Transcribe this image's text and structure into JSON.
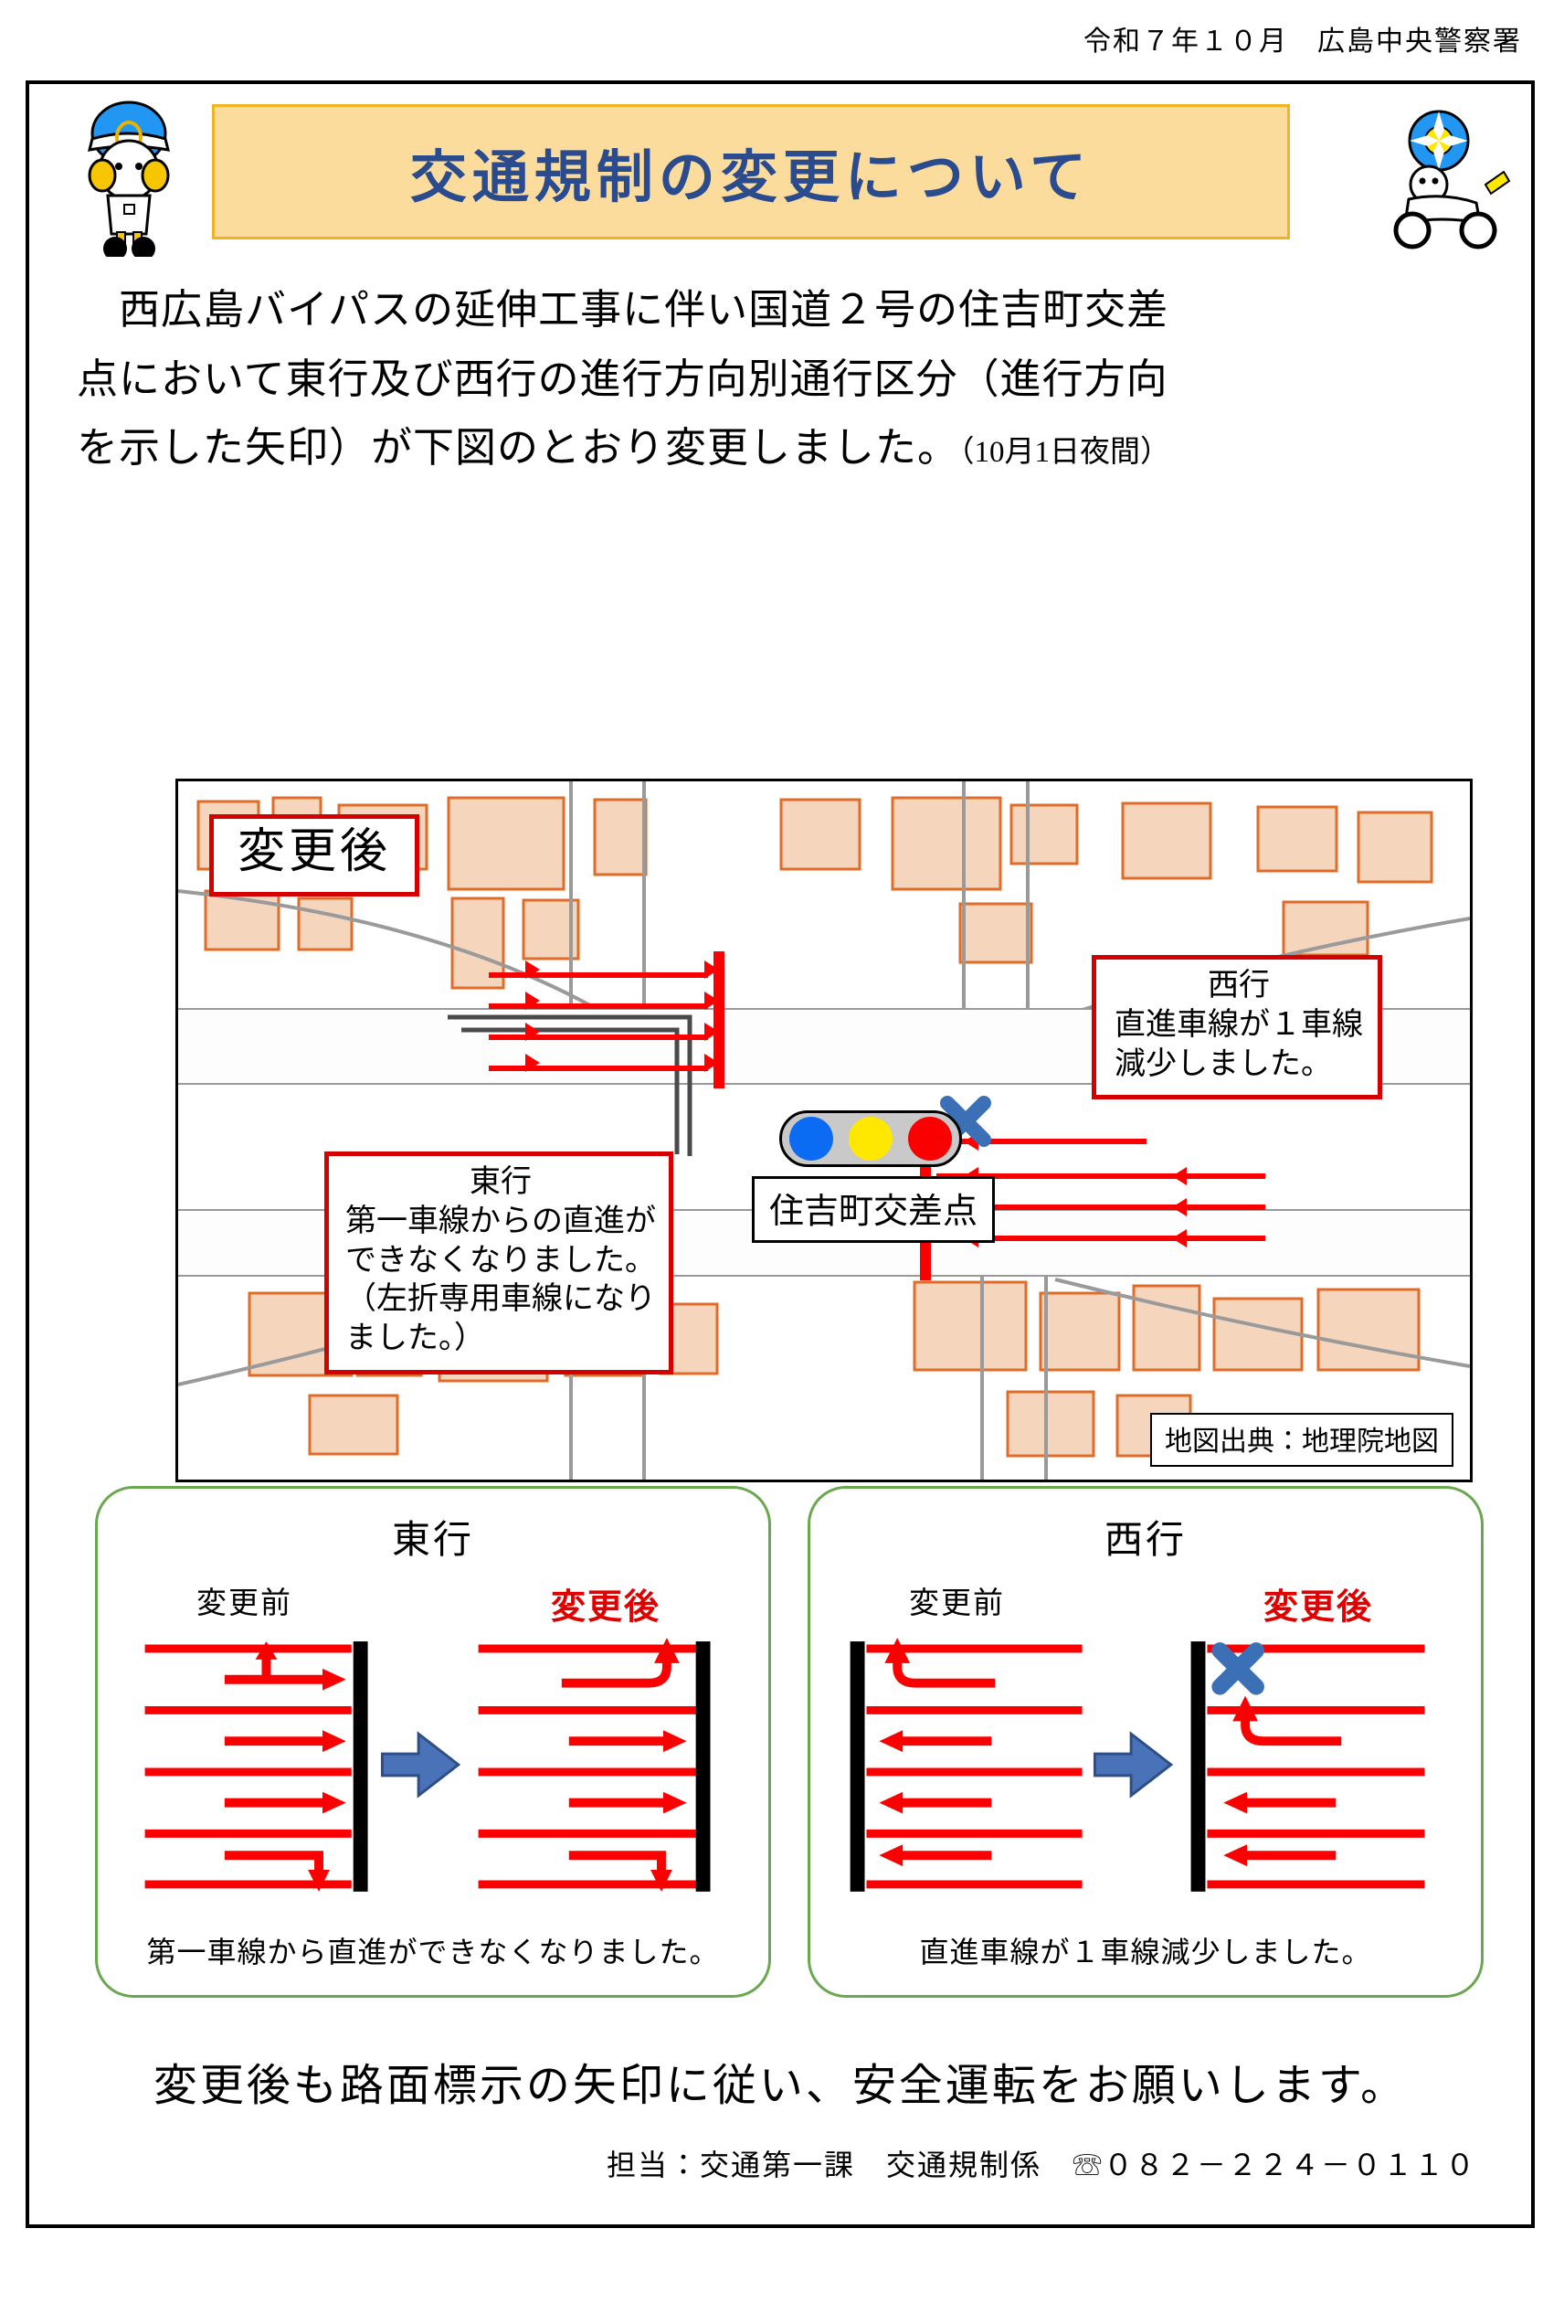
{
  "header": {
    "date_issuer": "令和７年１０月　広島中央警察署"
  },
  "title": {
    "text": "交通規制の変更について"
  },
  "body": {
    "line1": "西広島バイパスの延伸工事に伴い国道２号の住吉町交差",
    "line2": "点において東行及び西行の進行方向別通行区分（進行方向",
    "line3": "を示した矢印）が下図のとおり変更しました。",
    "note": "（10月1日夜間）"
  },
  "map": {
    "after_tag": "変更後",
    "west_tag": {
      "heading": "西行",
      "line1": "直進車線が１車線",
      "line2": "減少しました。"
    },
    "east_tag": {
      "heading": "東行",
      "line1": "第一車線からの直進が",
      "line2": "できなくなりました。",
      "line3": "（左折専用車線になり",
      "line4": "ました。）"
    },
    "intersection_label": "住吉町交差点",
    "source": "地図出典：地理院地図",
    "signal_colors": [
      "#0b6bf2",
      "#ffe800",
      "#fa0000"
    ]
  },
  "panels": [
    {
      "title": "東行",
      "before_label": "変更前",
      "after_label": "変更後",
      "caption": "第一車線から直進ができなくなりました。"
    },
    {
      "title": "西行",
      "before_label": "変更前",
      "after_label": "変更後",
      "caption": "直進車線が１車線減少しました。"
    }
  ],
  "closing": {
    "text": "変更後も路面標示の矢印に従い、安全運転をお願いします。"
  },
  "contact": {
    "text": "担当：交通第一課　交通規制係　☏０８２－２２４－０１１０"
  },
  "colors": {
    "title_text": "#2a4b8d",
    "banner_bg": "#fbdc9d",
    "banner_border": "#f0b323",
    "road_marking": "#fa0000",
    "panel_border": "#6aa84f",
    "transition_arrow": "#4a72b8",
    "tag_border": "#d40000"
  }
}
